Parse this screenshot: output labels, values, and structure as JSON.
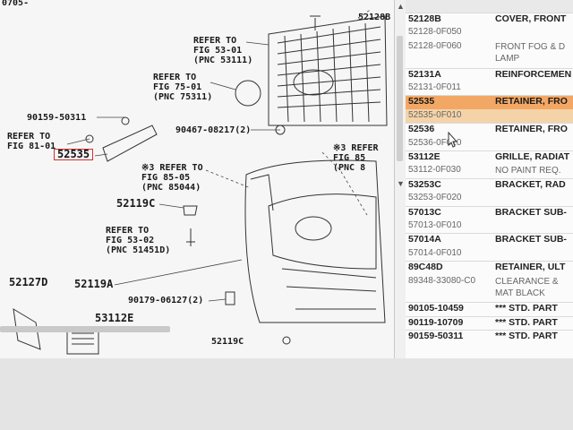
{
  "diagram": {
    "labels": {
      "partial_top": "0705-",
      "refer_53_01": "REFER TO\nFIG 53-01\n(PNC 53111)",
      "refer_75_01": "REFER TO\nFIG 75-01\n(PNC 75311)",
      "p_90159": "90159-50311",
      "refer_81_01": "REFER TO\nFIG 81-01",
      "p_52535": "52535",
      "p_90467": "90467-08217(2)",
      "refer_85_05": "※3 REFER TO\nFIG 85-05\n(PNC 85044)",
      "refer_85_right": "※3 REFER\nFIG 85\n(PNC 8",
      "p_52119c": "52119C",
      "refer_53_02": "REFER TO\nFIG 53-02\n(PNC 51451D)",
      "p_52127d": "52127D",
      "p_52119a": "52119A",
      "p_90179": "90179-06127(2)",
      "p_53112e": "53112E",
      "p_52119c_bottom": "52119C",
      "p_52128b_top": "52128B"
    }
  },
  "parts_list": {
    "rows": [
      {
        "pn": "52128B",
        "desc": "COVER, FRONT",
        "kind": "main"
      },
      {
        "pn": "52128-0F050",
        "desc": "",
        "kind": "sub"
      },
      {
        "pn": "52128-0F060",
        "desc": "FRONT FOG & D\nLAMP",
        "kind": "sub"
      },
      {
        "pn": "52131A",
        "desc": "REINFORCEMEN",
        "kind": "main"
      },
      {
        "pn": "52131-0F011",
        "desc": "",
        "kind": "sub"
      },
      {
        "pn": "52535",
        "desc": "RETAINER, FRO",
        "kind": "main",
        "state": "selected"
      },
      {
        "pn": "52535-0F010",
        "desc": "",
        "kind": "sub",
        "state": "subsel"
      },
      {
        "pn": "52536",
        "desc": "RETAINER, FRO",
        "kind": "main"
      },
      {
        "pn": "52536-0F010",
        "desc": "",
        "kind": "sub"
      },
      {
        "pn": "53112E",
        "desc": "GRILLE, RADIAT",
        "kind": "main"
      },
      {
        "pn": "53112-0F030",
        "desc": "NO PAINT REQ.",
        "kind": "sub"
      },
      {
        "pn": "53253C",
        "desc": "BRACKET, RAD",
        "kind": "main"
      },
      {
        "pn": "53253-0F020",
        "desc": "",
        "kind": "sub"
      },
      {
        "pn": "57013C",
        "desc": "BRACKET SUB-",
        "kind": "main"
      },
      {
        "pn": "57013-0F010",
        "desc": "",
        "kind": "sub"
      },
      {
        "pn": "57014A",
        "desc": "BRACKET SUB-",
        "kind": "main"
      },
      {
        "pn": "57014-0F010",
        "desc": "",
        "kind": "sub"
      },
      {
        "pn": "89C48D",
        "desc": "RETAINER, ULT",
        "kind": "main"
      },
      {
        "pn": "89348-33080-C0",
        "desc": "CLEARANCE &\nMAT BLACK",
        "kind": "sub"
      },
      {
        "pn": "90105-10459",
        "desc": "*** STD. PART",
        "kind": "main"
      },
      {
        "pn": "90119-10709",
        "desc": "*** STD. PART",
        "kind": "main"
      },
      {
        "pn": "90159-50311",
        "desc": "*** STD. PART",
        "kind": "main"
      }
    ]
  },
  "colors": {
    "selected_row": "#f3a764",
    "selected_subrow": "#f4d3a8",
    "highlight_box": "#d43030"
  }
}
